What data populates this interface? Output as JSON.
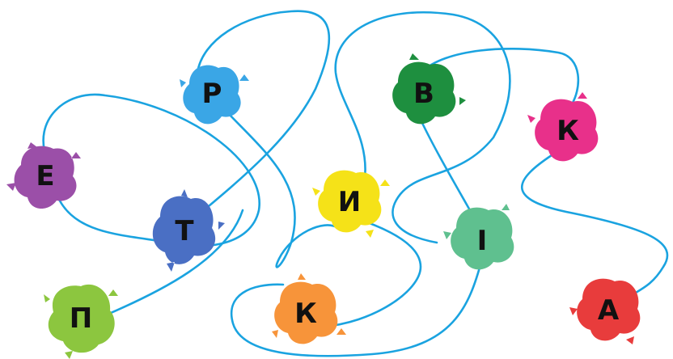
{
  "colors": {
    "line": "#1aa3e0",
    "text": "#111111"
  },
  "blots": [
    {
      "id": "p",
      "letter": "П",
      "color": "#8cc63f"
    },
    {
      "id": "e",
      "letter": "Е",
      "color": "#9b4fa8"
    },
    {
      "id": "t",
      "letter": "Т",
      "color": "#4a6fc4"
    },
    {
      "id": "r",
      "letter": "Р",
      "color": "#3aa6e6"
    },
    {
      "id": "y",
      "letter": "И",
      "color": "#f5e218"
    },
    {
      "id": "k1",
      "letter": "К",
      "color": "#f7943a"
    },
    {
      "id": "v",
      "letter": "В",
      "color": "#1e8f3f"
    },
    {
      "id": "i",
      "letter": "І",
      "color": "#5fc08f"
    },
    {
      "id": "k2",
      "letter": "К",
      "color": "#e8308a"
    },
    {
      "id": "a",
      "letter": "А",
      "color": "#e83c3c"
    }
  ]
}
